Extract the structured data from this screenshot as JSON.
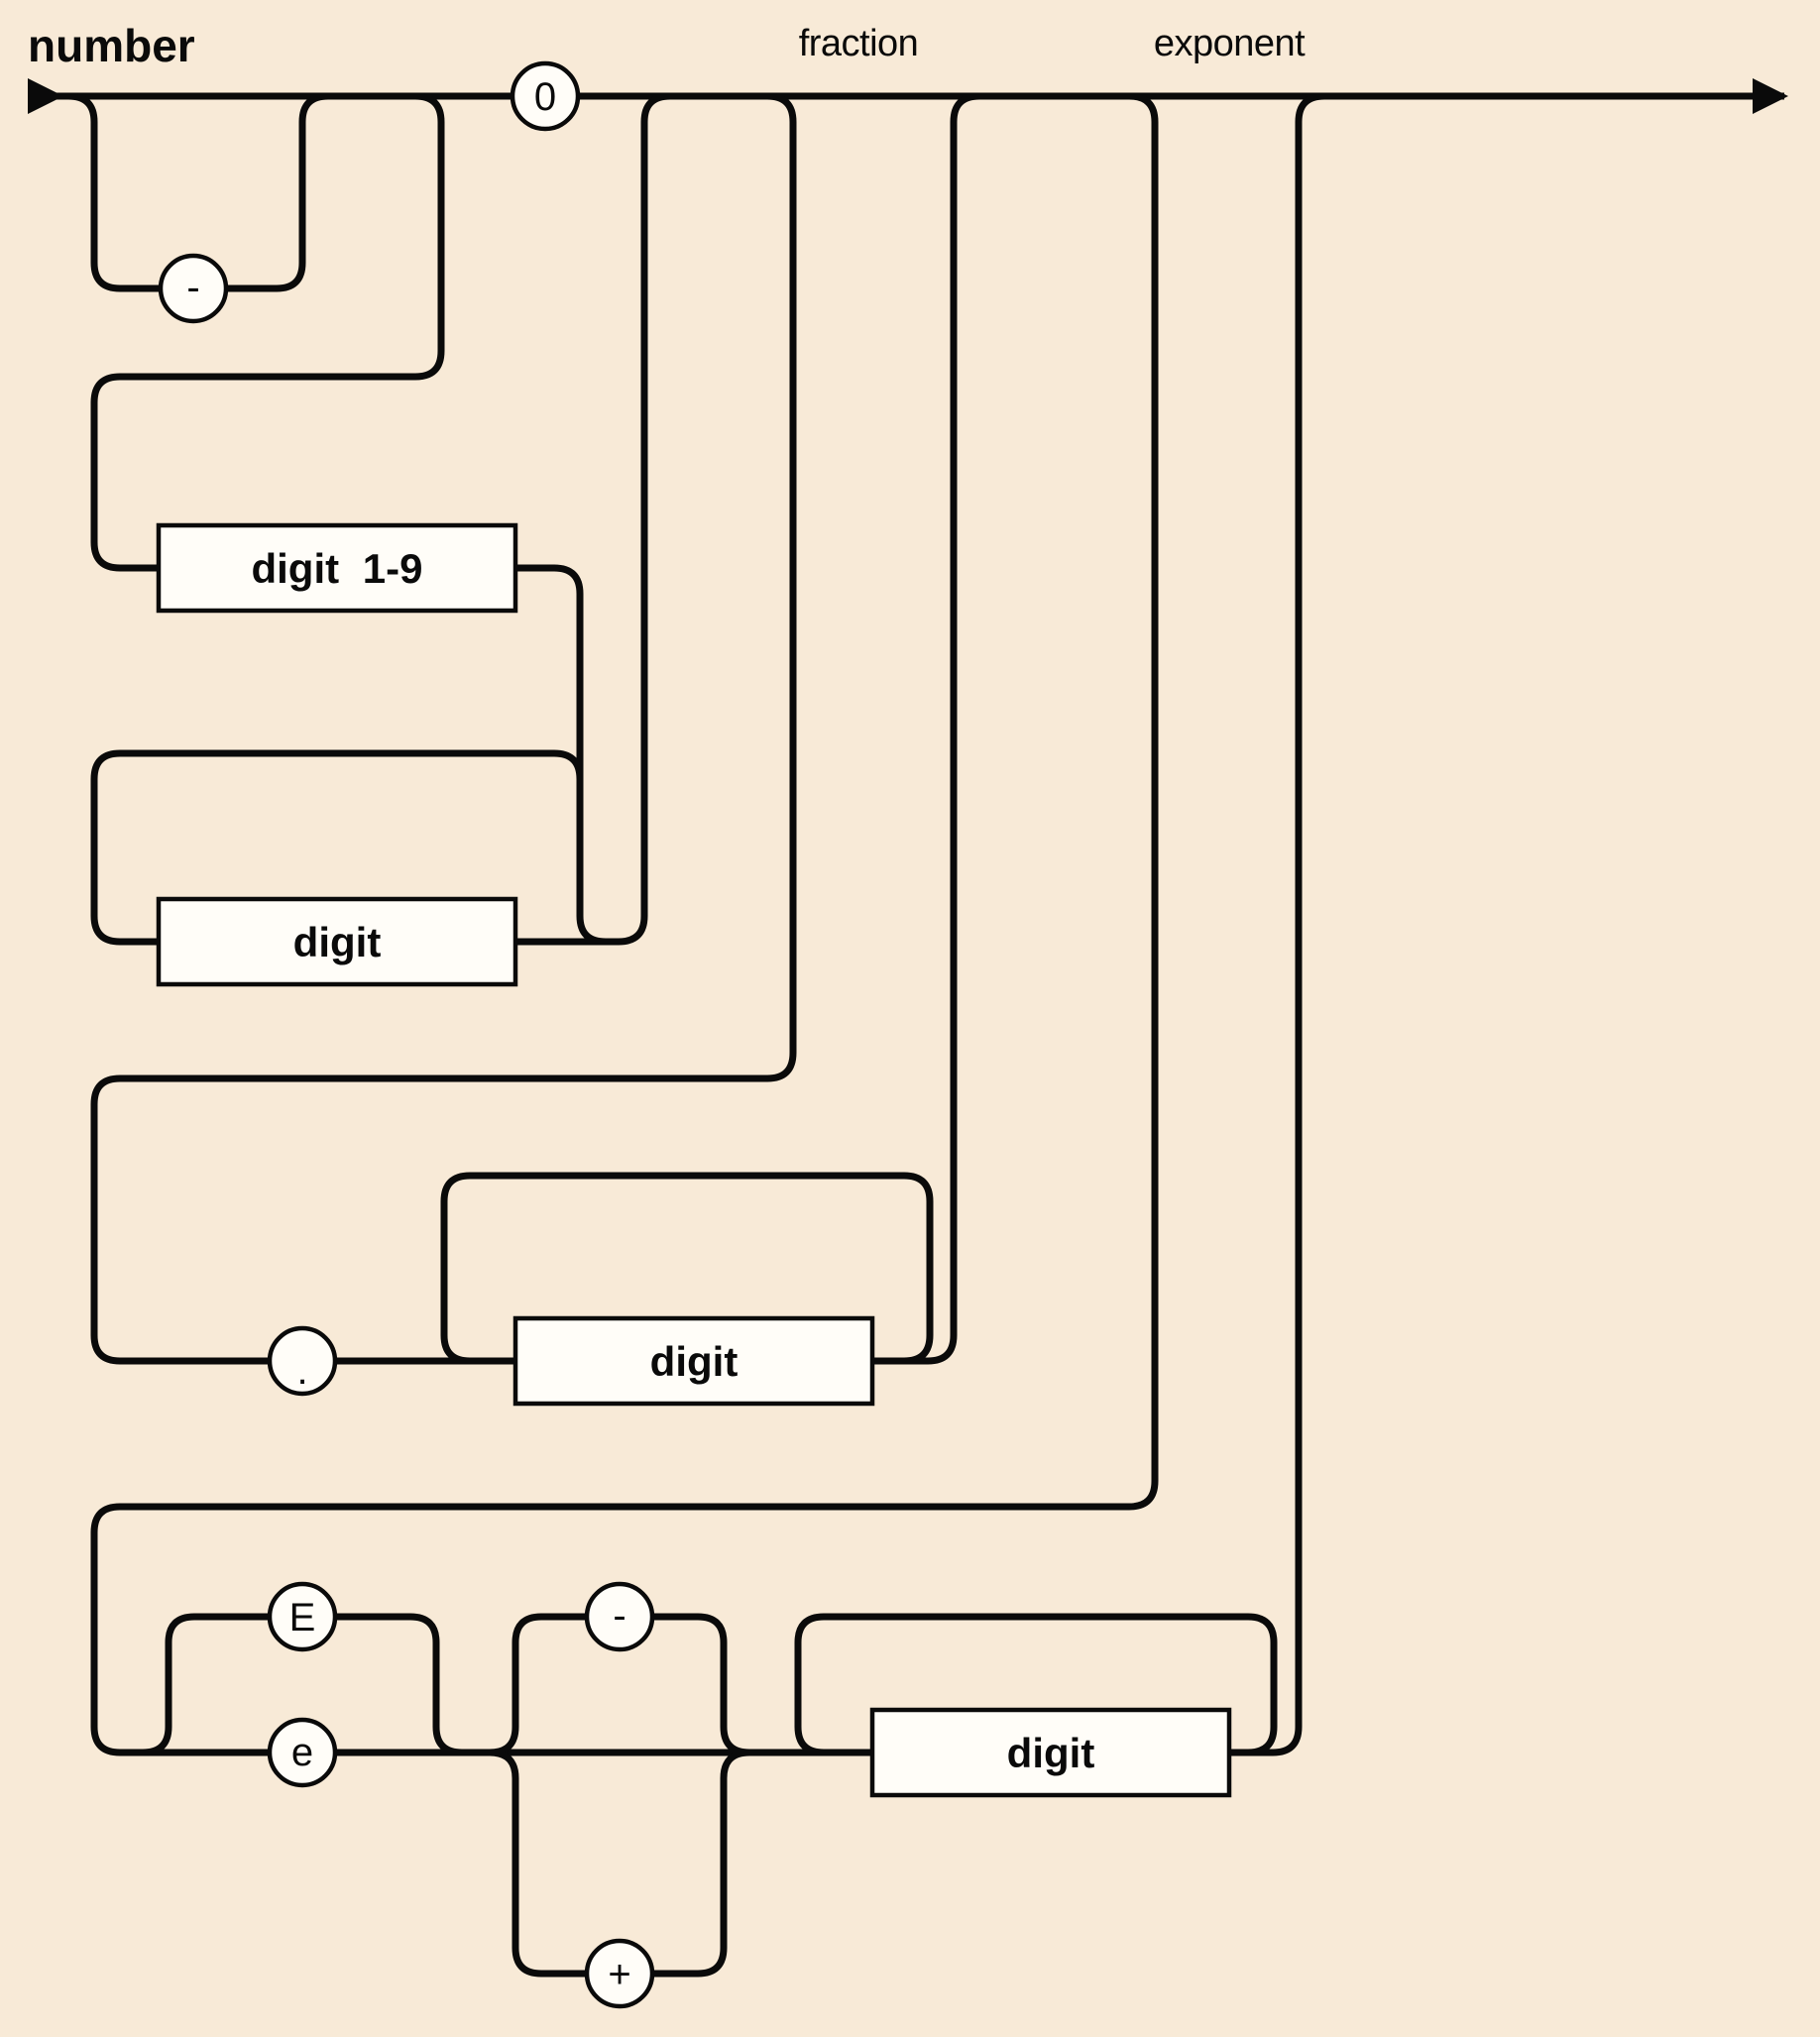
{
  "diagram": {
    "title": "number",
    "section_labels": {
      "fraction": "fraction",
      "exponent": "exponent"
    },
    "terminals": {
      "zero": "0",
      "minus": "-",
      "decimal_point": ".",
      "uppercase_e": "E",
      "lowercase_e": "e",
      "exponent_minus": "-",
      "exponent_plus": "+"
    },
    "nonterminals": {
      "digit_1_9_name": "digit",
      "digit_1_9_range": "1-9",
      "integer_digit": "digit",
      "fraction_digit": "digit",
      "exponent_digit": "digit"
    },
    "colors": {
      "background": "#f8ead7",
      "line": "#0a0a0a",
      "node_fill": "#fffdf8"
    }
  }
}
